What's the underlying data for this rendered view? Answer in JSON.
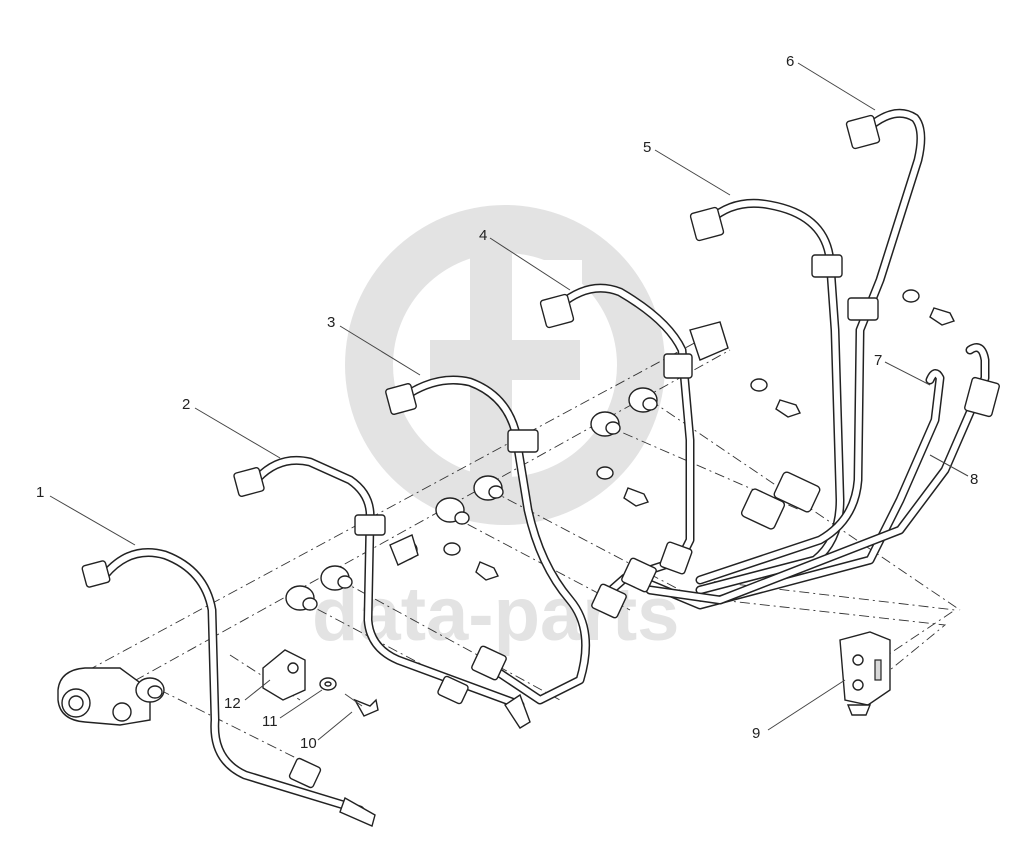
{
  "diagram": {
    "callouts": [
      {
        "id": "1",
        "label": "1"
      },
      {
        "id": "2",
        "label": "2"
      },
      {
        "id": "3",
        "label": "3"
      },
      {
        "id": "4",
        "label": "4"
      },
      {
        "id": "5",
        "label": "5"
      },
      {
        "id": "6",
        "label": "6"
      },
      {
        "id": "7",
        "label": "7"
      },
      {
        "id": "8",
        "label": "8"
      },
      {
        "id": "9",
        "label": "9"
      },
      {
        "id": "10",
        "label": "10"
      },
      {
        "id": "11",
        "label": "11"
      },
      {
        "id": "12",
        "label": "12"
      }
    ],
    "watermark_text": "data-parts"
  }
}
